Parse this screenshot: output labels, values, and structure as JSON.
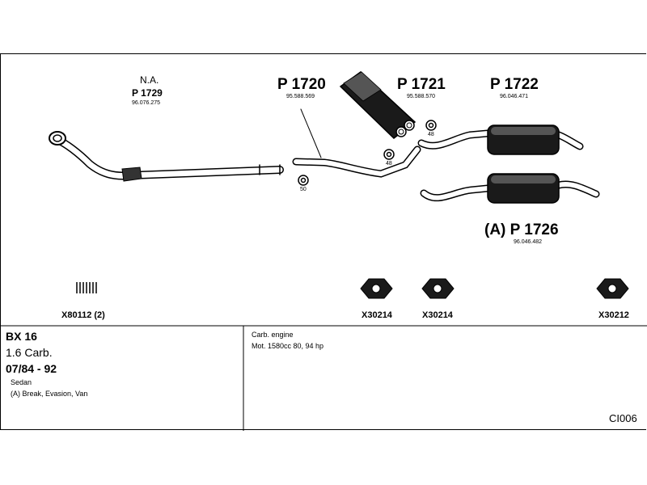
{
  "parts": {
    "front_pipe": {
      "note": "N.A.",
      "number": "P 1729",
      "oem": "96.076.275"
    },
    "middle_pipe": {
      "number": "P 1720",
      "oem": "95.588.569"
    },
    "center_silencer": {
      "number": "P 1721",
      "oem": "95.588.570"
    },
    "rear_silencer": {
      "number": "P 1722",
      "oem": "96.046.471"
    },
    "rear_silencer_alt": {
      "number": "(A) P 1726",
      "oem": "96.046.482"
    }
  },
  "rings": {
    "ring_a": "48",
    "ring_b": "48",
    "ring_c": "50"
  },
  "hardware": {
    "spring": "X80112 (2)",
    "nut_1": "X30214",
    "nut_2": "X30214",
    "nut_3": "X30212"
  },
  "vehicle": {
    "model": "BX 16",
    "engine": "1.6 Carb.",
    "years": "07/84 - 92",
    "body": "Sedan",
    "variants": "(A) Break, Evasion, Van"
  },
  "engine_info": {
    "type": "Carb. engine",
    "specs": "Mot. 1580cc 80, 94 hp"
  },
  "diagram_code": "CI006"
}
